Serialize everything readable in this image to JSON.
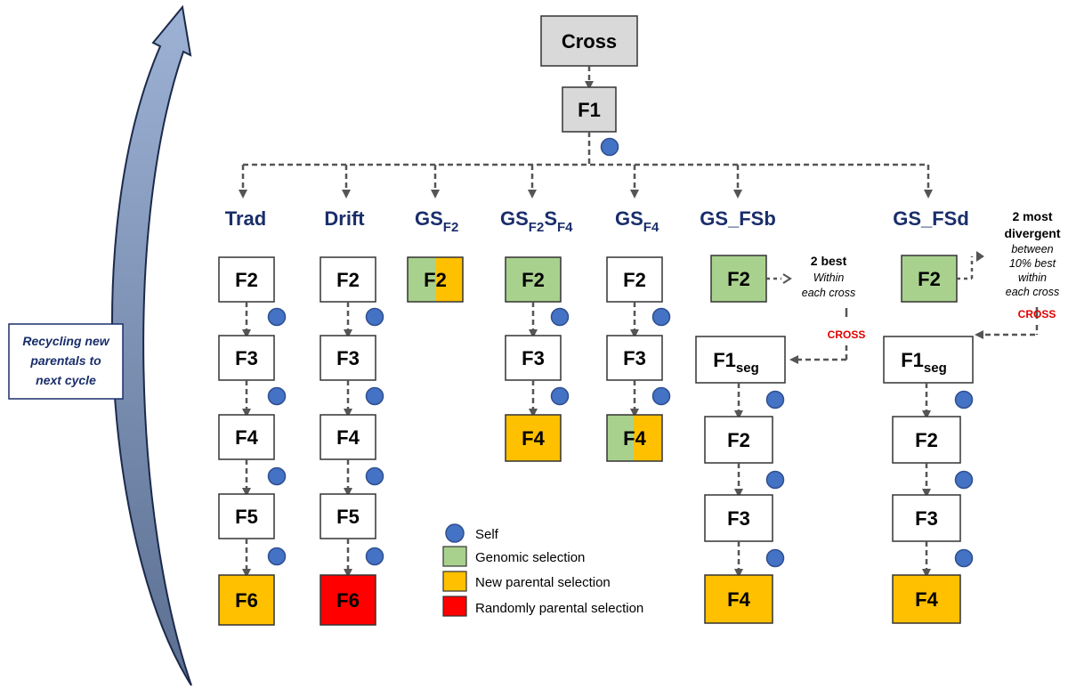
{
  "colors": {
    "genomic": "#a9d18e",
    "new_parental": "#ffc000",
    "random_parental": "#ff0000",
    "self_dot": "#4472c4",
    "header_text": "#1a2e6b",
    "cross_text": "#e00000"
  },
  "top": {
    "cross_label": "Cross",
    "f1_label": "F1"
  },
  "schemes": [
    {
      "id": "trad",
      "name": "Trad",
      "sub": ""
    },
    {
      "id": "drift",
      "name": "Drift",
      "sub": ""
    },
    {
      "id": "gsf2",
      "name": "GS",
      "sub": "F2"
    },
    {
      "id": "gsf2sf4",
      "name": "GS",
      "sub": "F2",
      "name2": "S",
      "sub2": "F4"
    },
    {
      "id": "gsf4",
      "name": "GS",
      "sub": "F4"
    },
    {
      "id": "gsfsb",
      "name": "GS_FSb",
      "sub": ""
    },
    {
      "id": "gsfsd",
      "name": "GS_FSd",
      "sub": ""
    }
  ],
  "nodes": {
    "trad": [
      "F2",
      "F3",
      "F4",
      "F5",
      "F6"
    ],
    "drift": [
      "F2",
      "F3",
      "F4",
      "F5",
      "F6"
    ],
    "gsf2": [
      "F2"
    ],
    "gsf2sf4": [
      "F2",
      "F3",
      "F4"
    ],
    "gsf4": [
      "F2",
      "F3",
      "F4"
    ],
    "gsfsb": [
      "F2",
      "F1",
      "F2",
      "F3",
      "F4"
    ],
    "gsfsd": [
      "F2",
      "F1",
      "F2",
      "F3",
      "F4"
    ],
    "seg_sub": "seg"
  },
  "notes": {
    "fsb_title": "2 best",
    "fsb_line1": "Within",
    "fsb_line2": "each cross",
    "fsb_cross": "CROSS",
    "fsd_title1": "2 most",
    "fsd_title2": "divergent",
    "fsd_line1": "between",
    "fsd_line2": "10% best",
    "fsd_line3": "within",
    "fsd_line4": "each cross",
    "fsd_cross": "CROSS"
  },
  "recycle": {
    "line1": "Recycling new",
    "line2": "parentals to",
    "line3": "next cycle"
  },
  "legend": [
    {
      "label": "Self",
      "icon": "self-dot"
    },
    {
      "label": "Genomic selection",
      "icon": "green-square"
    },
    {
      "label": "New parental selection",
      "icon": "orange-square"
    },
    {
      "label": "Randomly parental selection",
      "icon": "red-square"
    }
  ]
}
